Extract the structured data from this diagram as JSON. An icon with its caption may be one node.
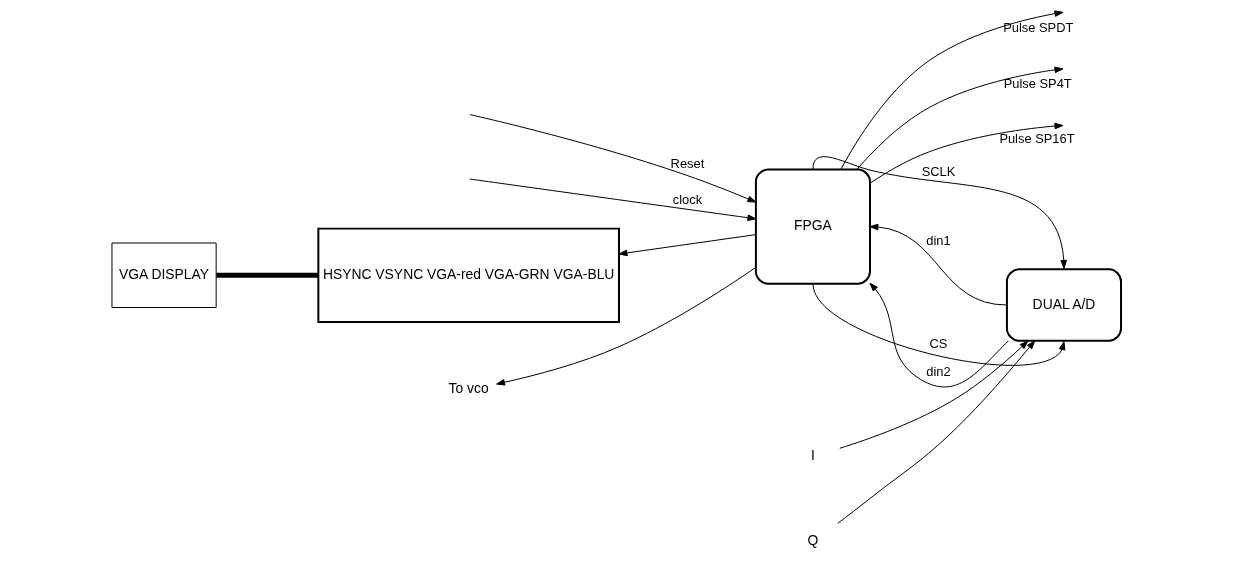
{
  "diagram": {
    "nodes": [
      {
        "text": [
          "VGA DISPLAY"
        ]
      },
      {
        "text": [
          "HSYNC VSYNC VGA-red VGA-GRN VGA-BLU"
        ]
      },
      {
        "text": [
          "To vco"
        ]
      },
      {
        "text": [
          "FPGA"
        ]
      },
      {
        "text": [
          "DUAL A/D"
        ]
      },
      {
        "text": [
          "I"
        ]
      },
      {
        "text": [
          "Q"
        ]
      }
    ],
    "edges": [
      {
        "from": 0,
        "to": 1,
        "arrow": "none",
        "style": "thick"
      },
      {
        "from": 3,
        "to": 1,
        "arrow": "to"
      },
      {
        "from": 3,
        "to": 2,
        "arrow": "to"
      },
      {
        "from": null,
        "to": 3,
        "arrow": "to",
        "label": "Reset"
      },
      {
        "from": null,
        "to": 3,
        "arrow": "to",
        "label": "clock"
      },
      {
        "from": 3,
        "to": 4,
        "arrow": "to",
        "label": "SCLK"
      },
      {
        "from": 4,
        "to": 3,
        "arrow": "to",
        "label": "din1"
      },
      {
        "from": 4,
        "to": 3,
        "arrow": "to",
        "label": "din2"
      },
      {
        "from": 3,
        "to": 4,
        "arrow": "to",
        "label": "CS"
      },
      {
        "from": 5,
        "to": 4,
        "arrow": "to"
      },
      {
        "from": 6,
        "to": 4,
        "arrow": "to"
      },
      {
        "from": 3,
        "to": null,
        "arrow": "to",
        "label": "Pulse SPDT"
      },
      {
        "from": 3,
        "to": null,
        "arrow": "to",
        "label": "Pulse SP4T"
      },
      {
        "from": 3,
        "to": null,
        "arrow": "to",
        "label": "Pulse SP16T"
      }
    ]
  }
}
